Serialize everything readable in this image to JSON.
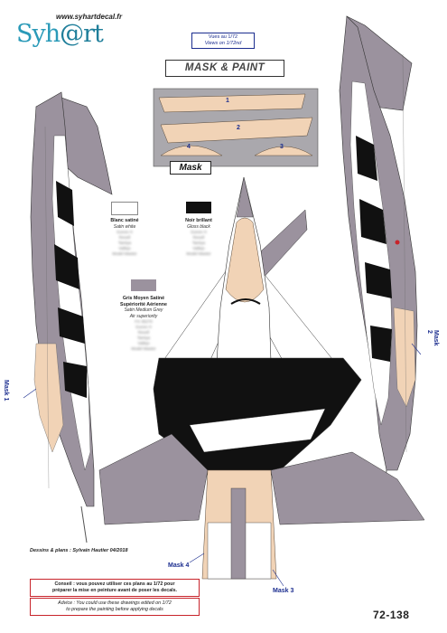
{
  "header": {
    "website": "www.syhartdecal.fr",
    "logo_text_left": "Syh",
    "logo_text_at": "@rt",
    "scale_fr": "Vues au 1/72",
    "scale_en": "Views on 1/72nd",
    "title": "MASK & PAINT"
  },
  "mask_panel": {
    "label": "Mask",
    "numbers": [
      "1",
      "2",
      "3",
      "4"
    ]
  },
  "colors": {
    "white": {
      "name": "Blanc satiné",
      "sub": "Satin white",
      "refs": [
        "Gunze H",
        "Revell",
        "Tamiya",
        "Vallejo",
        "Model Master"
      ],
      "hex": "#ffffff"
    },
    "black": {
      "name": "Noir brillant",
      "sub": "Gloss black",
      "refs": [
        "Gunze H",
        "Revell",
        "Tamiya",
        "Vallejo",
        "Model Master"
      ],
      "hex": "#111111"
    },
    "grey": {
      "name": "Gris Moyen Satiné",
      "name2": "Supériorité Aérienne",
      "sub": "Satin Medium Grey",
      "sub2": "Air superiority",
      "refs": [
        "FS 36270",
        "Gunze H",
        "Revell",
        "Tamiya",
        "Vallejo",
        "Model Master"
      ],
      "hex": "#9b929e"
    }
  },
  "callouts": {
    "mask1": "Mask 1",
    "mask2": "Mask 2",
    "mask3": "Mask 3",
    "mask4": "Mask 4"
  },
  "footer": {
    "credit": "Dessins & plans : Sylvain Hautier 04/2018",
    "advice_fr_1": "Conseil : vous pouvez utiliser ces plans au 1/72 pour",
    "advice_fr_2": "préparer la mise en peinture avant de poser les decals.",
    "advice_en_1": "Advice : You could use these drawings edited on 1/72",
    "advice_en_2": "to prepare the painting before applying decals",
    "reference": "72-138"
  },
  "palette": {
    "grey": "#9b929e",
    "black": "#111111",
    "tan": "#f1d3b6",
    "blue": "#1b2d8f",
    "red": "#c8242b"
  }
}
